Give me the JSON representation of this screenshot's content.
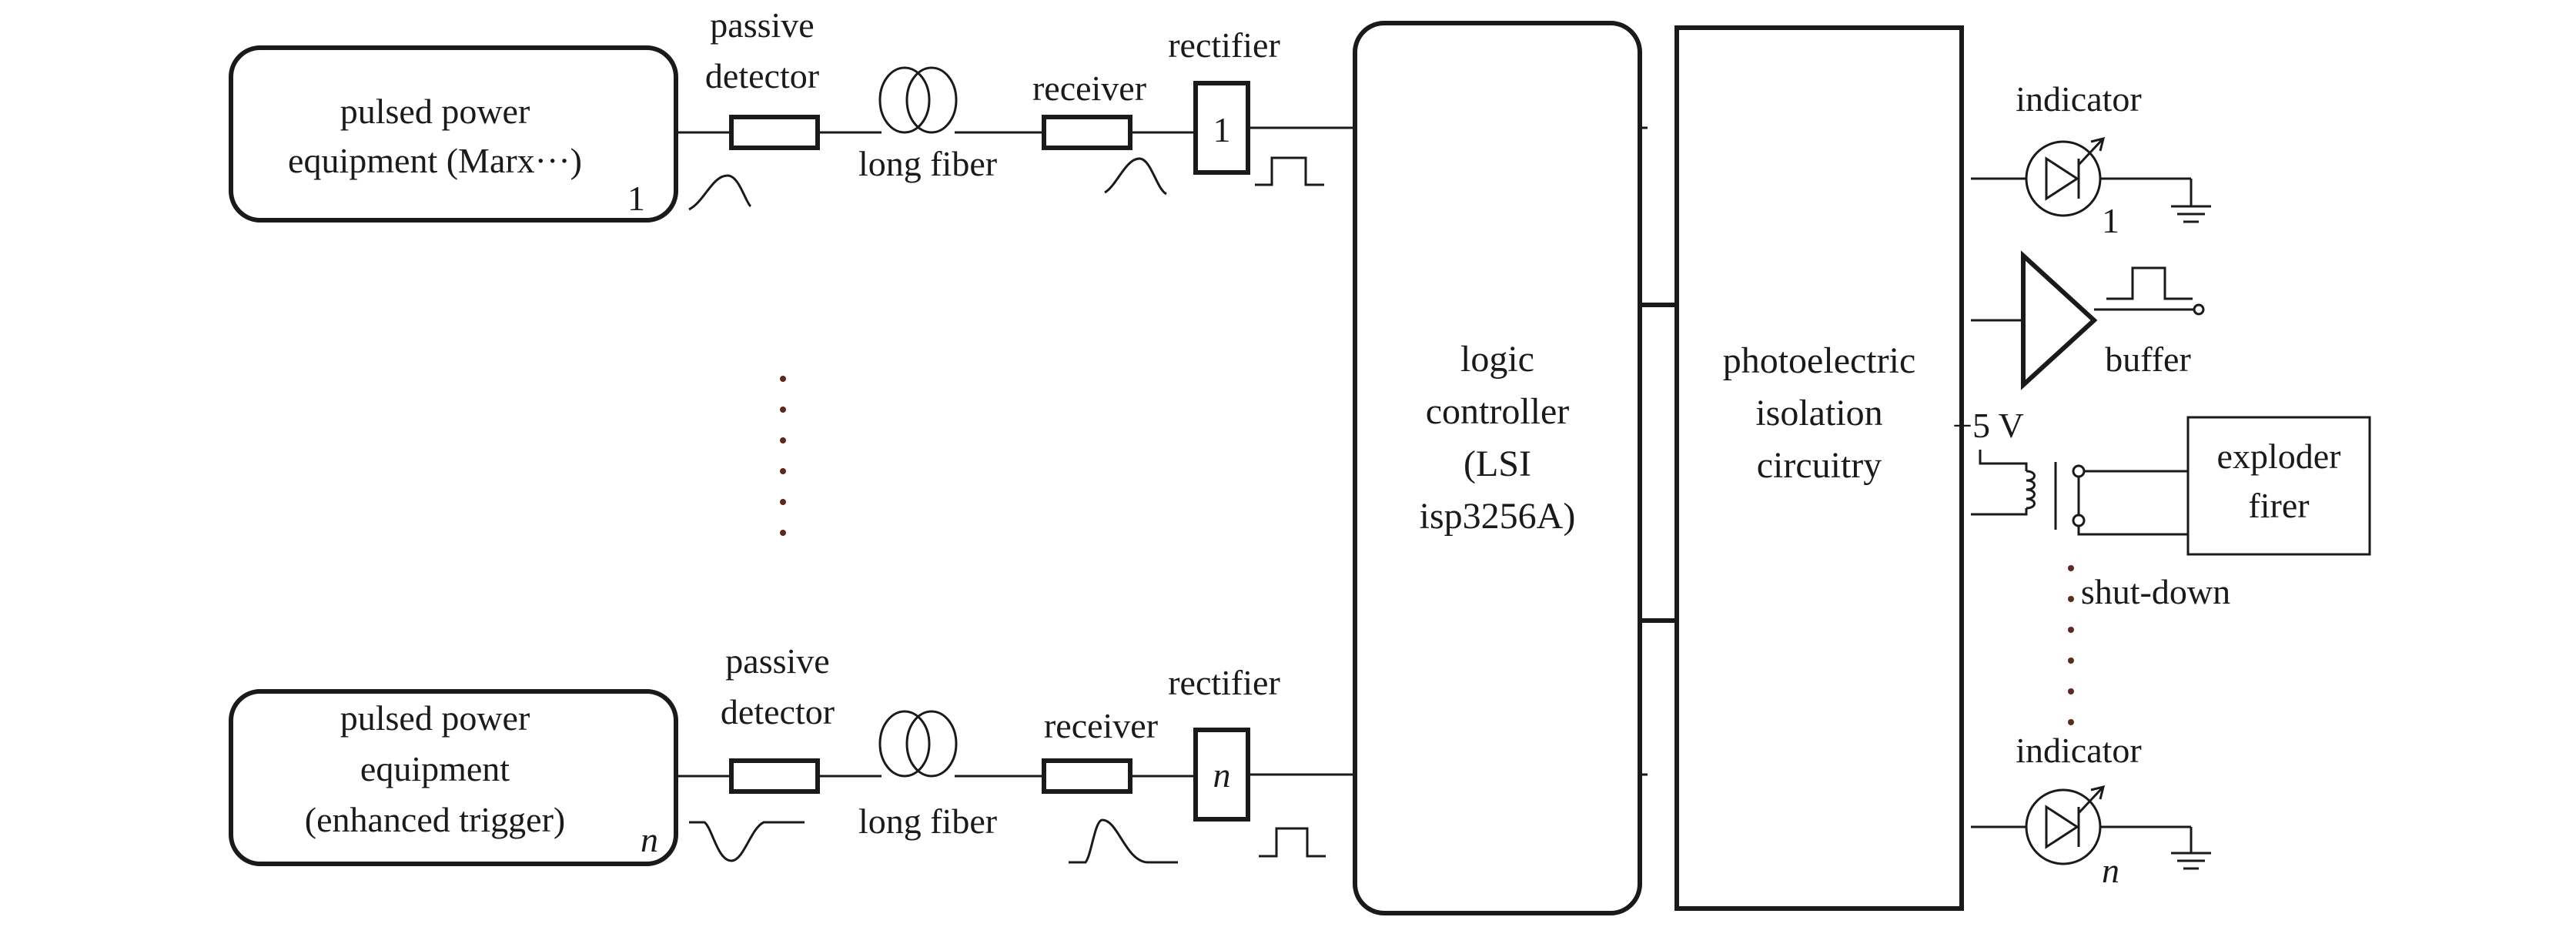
{
  "colors": {
    "stroke": "#1a1a1a",
    "background": "#ffffff",
    "dots": "#5a2a1a"
  },
  "top_channel": {
    "equipment_line1": "pulsed power",
    "equipment_line2": "equipment (Marx···)",
    "index": "1",
    "detector_line1": "passive",
    "detector_line2": "detector",
    "fiber": "long fiber",
    "receiver": "receiver",
    "rectifier": "rectifier",
    "rectifier_index": "1"
  },
  "bottom_channel": {
    "equipment_line1": "pulsed power",
    "equipment_line2": "equipment",
    "equipment_line3": "(enhanced trigger)",
    "index": "n",
    "detector_line1": "passive",
    "detector_line2": "detector",
    "fiber": "long fiber",
    "receiver": "receiver",
    "rectifier": "rectifier",
    "rectifier_index": "n"
  },
  "logic": {
    "line1": "logic",
    "line2": "controller",
    "line3": "(LSI",
    "line4": "isp3256A)"
  },
  "isolation": {
    "line1": "photoelectric",
    "line2": "isolation",
    "line3": "circuitry"
  },
  "outputs": {
    "indicator_top": "indicator",
    "indicator_top_index": "1",
    "buffer": "buffer",
    "supply": "+5 V",
    "exploder_line1": "exploder",
    "exploder_line2": "firer",
    "shutdown": "shut-down",
    "indicator_bottom": "indicator",
    "indicator_bottom_index": "n"
  }
}
